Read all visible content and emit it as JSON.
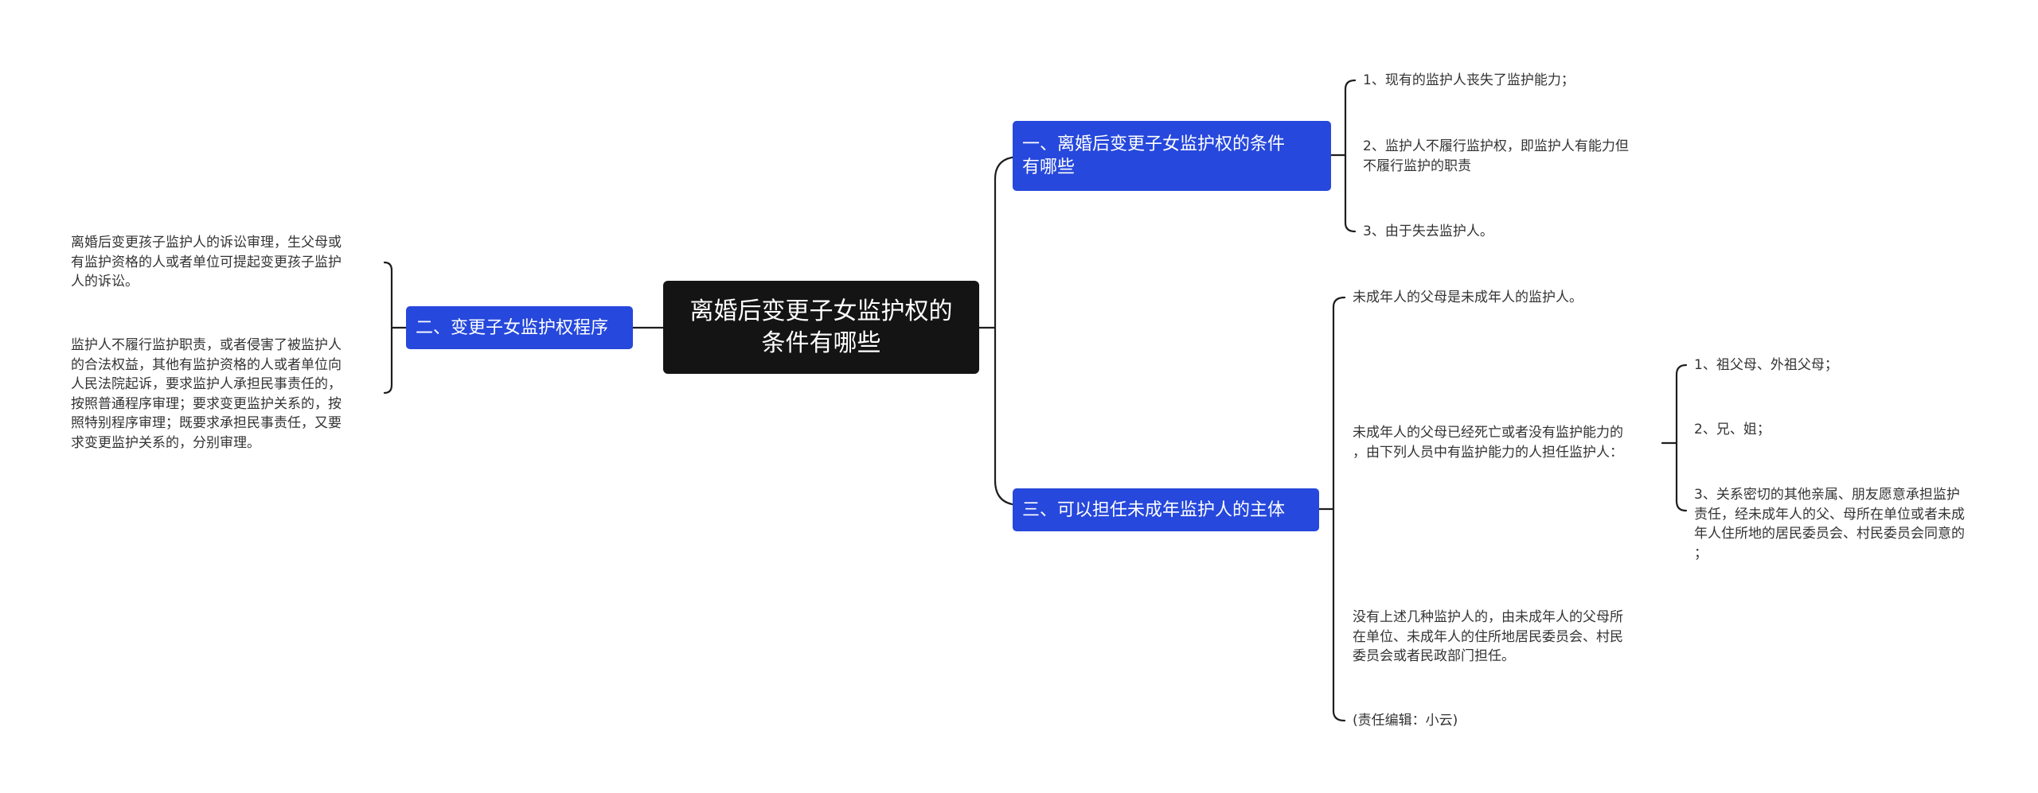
{
  "root": {
    "title": "离婚后变更子女监护权的\n条件有哪些"
  },
  "branch_conditions": {
    "label": "一、离婚后变更子女监护权的条件\n有哪些",
    "items": [
      "1、现有的监护人丧失了监护能力；",
      "2、监护人不履行监护权，即监护人有能力但\n不履行监护的职责",
      "3、由于失去监护人。"
    ]
  },
  "branch_procedure": {
    "label": "二、变更子女监护权程序",
    "items": [
      "离婚后变更孩子监护人的诉讼审理，生父母或\n有监护资格的人或者单位可提起变更孩子监护\n人的诉讼。",
      "监护人不履行监护职责，或者侵害了被监护人\n的合法权益，其他有监护资格的人或者单位向\n人民法院起诉，要求监护人承担民事责任的，\n按照普通程序审理；要求变更监护关系的，按\n照特别程序审理；既要求承担民事责任，又要\n求变更监护关系的，分别审理。"
    ]
  },
  "branch_subjects": {
    "label": "三、可以担任未成年监护人的主体",
    "items": [
      "未成年人的父母是未成年人的监护人。",
      "未成年人的父母已经死亡或者没有监护能力的\n，由下列人员中有监护能力的人担任监护人：",
      "没有上述几种监护人的，由未成年人的父母所\n在单位、未成年人的住所地居民委员会、村民\n委员会或者民政部门担任。",
      "(责任编辑：小云)"
    ],
    "sub_items": [
      "1、祖父母、外祖父母；",
      "2、兄、姐；",
      "3、关系密切的其他亲属、朋友愿意承担监护\n责任，经未成年人的父、母所在单位或者未成\n年人住所地的居民委员会、村民委员会同意的\n；"
    ]
  },
  "colors": {
    "root_fill": "#141414",
    "branch_fill": "#2648dc",
    "connector": "#1e1e1e",
    "leaf_text": "#333333"
  }
}
